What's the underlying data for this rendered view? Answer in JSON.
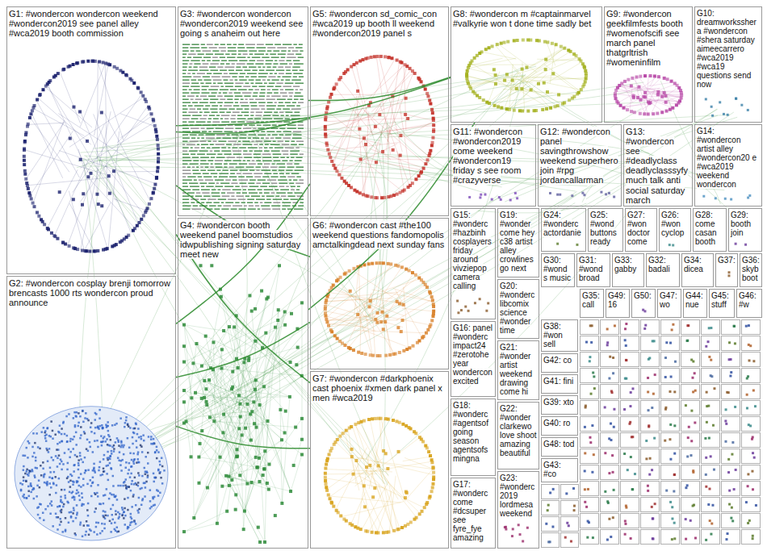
{
  "diagram": {
    "nodes": [
      {
        "text": [
          "G1: #wondercon wondercon weekend #wondercon2019 see panel alley #wca2019 booth commission"
        ]
      },
      {
        "text": [
          "G2: #wondercon cosplay brenji tomorrow brencasts 1000 rts wondercon proud announce"
        ]
      },
      {
        "text": [
          "G3: #wondercon wondercon #wondercon2019 weekend see going s anaheim out here"
        ]
      },
      {
        "text": [
          "G4: #wondercon booth weekend panel boomstudios idwpublishing signing saturday meet new"
        ]
      },
      {
        "text": [
          "G5: #wondercon sd_comic_con #wca2019 up booth ll weekend #wondercon2019 panel s"
        ]
      },
      {
        "text": [
          "G6: #wondercon cast #the100 weekend questions fandomopolis amctalkingdead next sunday fans"
        ]
      },
      {
        "text": [
          "G7: #wondercon #darkphoenix cast phoenix #xmen dark panel x men #wca2019"
        ]
      },
      {
        "text": [
          "G8: #wondercon m #captainmarvel #valkyrie won t done time sadly bet"
        ]
      },
      {
        "text": [
          "G9: #wondercon geekfilmfests booth #womenofscifi see march panel thatgrltrish #womeninfilm"
        ]
      },
      {
        "text": [
          "G10: dreamworksshera #wondercon #shera saturday aimeecarrero #wca2019 #wca19 questions send now"
        ]
      },
      {
        "text": [
          "G11: #wondercon #wondercon2019 come weekend #wondercon19 friday s see room #crazyverse"
        ]
      },
      {
        "text": [
          "G12: #wondercon panel savingthrowshow weekend superhero join #rpg jordancallarman"
        ]
      },
      {
        "text": [
          "G13: #wondercon see #deadlyclass deadlyclasssyfy much talk anti social saturday march"
        ]
      },
      {
        "text": [
          "G14: #wondercon artist alley #wondercon20 e #wca2019 weekend wondercon"
        ]
      },
      {
        "text": [
          "G15: #wonderc #hazbinh cosplayers friday around vivziepop camera calling"
        ]
      },
      {
        "text": [
          "G16: panel #wonderc impact24 #zerotohe year wondercon excited"
        ]
      },
      {
        "text": [
          "G17: #wonderc come #dcsuper see fyre_fye amazing"
        ]
      },
      {
        "text": [
          "G18: #wonderc #agentsof going season agentsofs mingna"
        ]
      },
      {
        "text": [
          "G19: #wonder come hey c38 artist alley crowlines go next"
        ]
      },
      {
        "text": [
          "G20: #wonderc libcomix science #wonder time"
        ]
      },
      {
        "text": [
          "G21: #wonder artist weekend drawing come hi"
        ]
      },
      {
        "text": [
          "G22: #wonder clarkewo love shoot amazing beautiful"
        ]
      },
      {
        "text": [
          "G23: #wonderc 2019 lordmesa weekend"
        ]
      },
      {
        "text": [
          "G24: #wonderc actordanie"
        ]
      },
      {
        "text": [
          "G25: #wond buttons ready"
        ]
      },
      {
        "text": [
          "G26: #won cyclop"
        ]
      },
      {
        "text": [
          "G27: #won doctor come"
        ]
      },
      {
        "text": [
          "G28: come casan booth"
        ]
      },
      {
        "text": [
          "G29: booth join"
        ]
      },
      {
        "text": [
          "G30: #wond s music"
        ]
      },
      {
        "text": [
          "G31: #wond broad"
        ]
      },
      {
        "text": [
          "G33: gabby"
        ]
      },
      {
        "text": [
          "G32: badali"
        ]
      },
      {
        "text": [
          "G34: dicea"
        ]
      },
      {
        "text": [
          "G37:"
        ]
      },
      {
        "text": [
          "G36: skyb boot"
        ]
      },
      {
        "text": [
          "G35: call"
        ]
      },
      {
        "text": [
          "G49: 16"
        ]
      },
      {
        "text": [
          "G50:"
        ]
      },
      {
        "text": [
          "G47: wo"
        ]
      },
      {
        "text": [
          "G44: nue"
        ]
      },
      {
        "text": [
          "G45: stuff"
        ]
      },
      {
        "text": [
          "G46: #w"
        ]
      },
      {
        "text": [
          "G38: #won sell"
        ]
      },
      {
        "text": [
          "G42: co"
        ]
      },
      {
        "text": [
          "G41: fini"
        ]
      },
      {
        "text": [
          "G39: xto"
        ]
      },
      {
        "text": [
          "G40: ro"
        ]
      },
      {
        "text": [
          "G48: tod"
        ]
      },
      {
        "text": [
          "G43: #co"
        ]
      }
    ],
    "edges": [
      {
        "from": 0,
        "to": 4,
        "arrow": "none"
      },
      {
        "from": 0,
        "to": 5,
        "arrow": "none"
      },
      {
        "from": 0,
        "to": 6,
        "arrow": "none"
      },
      {
        "from": 1,
        "to": 4,
        "arrow": "none"
      },
      {
        "from": 1,
        "to": 5,
        "arrow": "none"
      },
      {
        "from": 1,
        "to": 6,
        "arrow": "none"
      },
      {
        "from": 3,
        "to": 7,
        "arrow": "none"
      },
      {
        "from": 2,
        "to": 7,
        "arrow": "none"
      },
      {
        "from": 0,
        "to": 7,
        "arrow": "none"
      }
    ]
  }
}
